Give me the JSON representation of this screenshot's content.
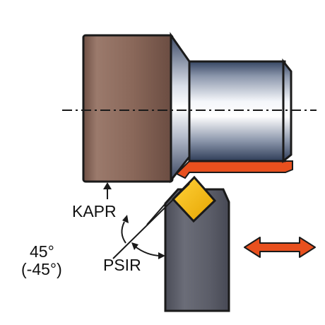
{
  "labels": {
    "kapr": "KAPR",
    "psir": "PSIR",
    "angle": "45°",
    "angle_neg": "(-45°)"
  },
  "colors": {
    "workpiece_body": "#8c6a5c",
    "insert": "#f2b600",
    "machined_surface": "#e8501e",
    "tool_shank": "#5d5f6a",
    "feed_arrow": "#e8501e",
    "outline": "#1a1a1a"
  },
  "icons": {
    "feed_direction": "double-headed-arrow"
  }
}
